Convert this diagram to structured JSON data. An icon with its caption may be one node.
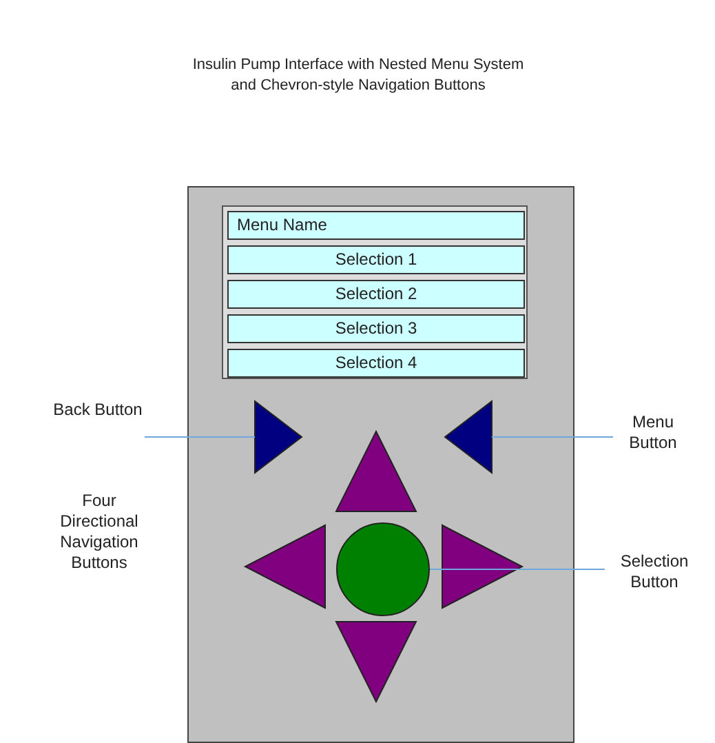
{
  "diagram": {
    "title": "Insulin Pump Interface with Nested Menu System and Chevron-style Navigation Buttons",
    "nodes": [
      {
        "text": [],
        "shape": "box"
      },
      {
        "text": [],
        "shape": "box",
        "in": 0
      },
      {
        "text": [
          "Menu Name"
        ],
        "in": 1
      },
      {
        "text": [
          "Selection 1"
        ],
        "in": 1
      },
      {
        "text": [
          "Selection 2"
        ],
        "in": 1
      },
      {
        "text": [
          "Selection 3"
        ],
        "in": 1
      },
      {
        "text": [
          "Selection 4"
        ],
        "in": 1
      },
      {
        "text": [
          "Back Button"
        ]
      },
      {
        "text": [],
        "shape": "triangle",
        "in": 0
      },
      {
        "text": [],
        "shape": "triangle",
        "in": 0
      },
      {
        "text": [
          "Menu Button"
        ]
      },
      {
        "text": [],
        "shape": "triangle",
        "in": 0
      },
      {
        "text": [],
        "shape": "triangle",
        "in": 0
      },
      {
        "text": [],
        "shape": "circle",
        "in": 0
      },
      {
        "text": [],
        "shape": "triangle",
        "in": 0
      },
      {
        "text": [],
        "shape": "triangle",
        "in": 0
      },
      {
        "text": [
          "Selection Button"
        ]
      }
    ],
    "edges": [
      {
        "from": 7,
        "to": 8,
        "arrow": "none"
      },
      {
        "from": 10,
        "to": 9,
        "arrow": "none"
      },
      {
        "from": 16,
        "to": 13,
        "arrow": "none"
      }
    ],
    "labels": [
      "Four Directional Navigation Buttons"
    ]
  }
}
